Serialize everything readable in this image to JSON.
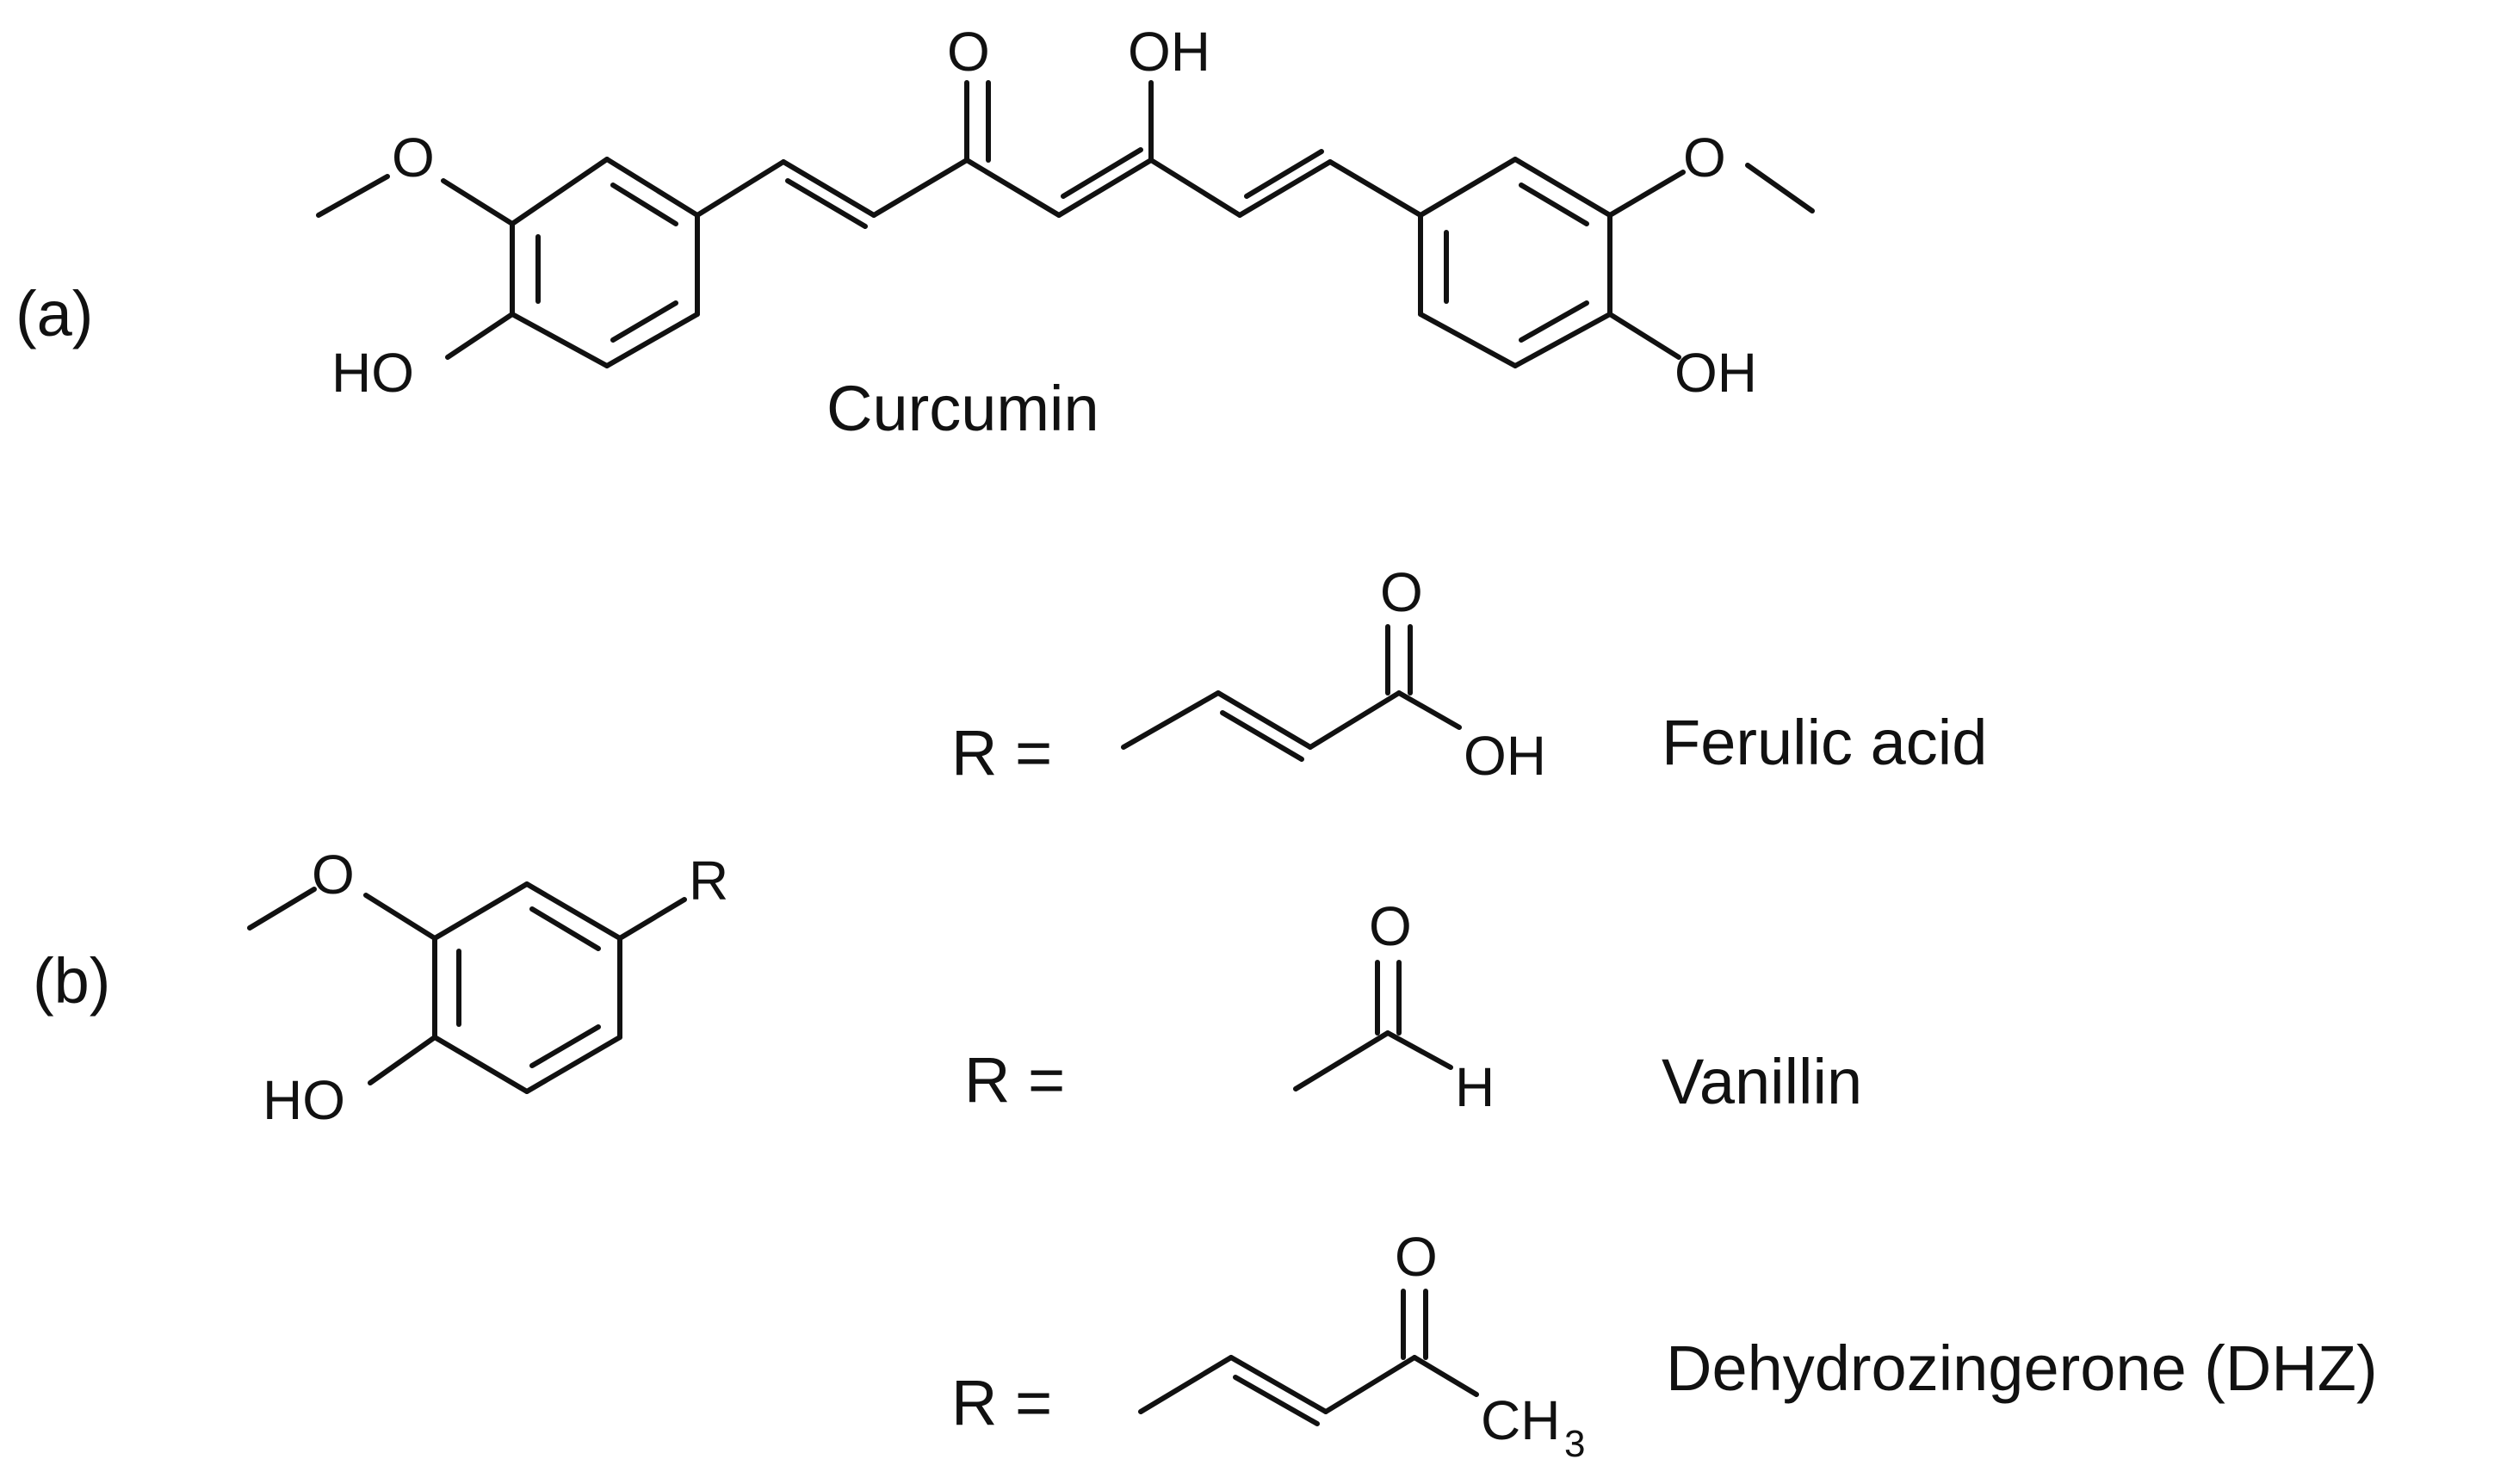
{
  "panels": {
    "a": {
      "label": "(a)",
      "compound": "Curcumin",
      "atoms": {
        "ketone_o": "O",
        "enol_oh": "OH",
        "left_methoxy_o": "O",
        "left_ho": "HO",
        "right_methoxy_o": "O",
        "right_oh": "OH"
      }
    },
    "b": {
      "label": "(b)",
      "core_atoms": {
        "methoxy_o": "O",
        "ho": "HO",
        "r": "R"
      },
      "substituents": [
        {
          "prefix": "R =",
          "name": "Ferulic acid",
          "atoms": {
            "o": "O",
            "oh": "OH"
          }
        },
        {
          "prefix": "R =",
          "name": "Vanillin",
          "atoms": {
            "o": "O",
            "h": "H"
          }
        },
        {
          "prefix": "R =",
          "name": "Dehydrozingerone (DHZ)",
          "atoms": {
            "o": "O",
            "ch": "CH",
            "sub": "3"
          }
        }
      ]
    }
  }
}
